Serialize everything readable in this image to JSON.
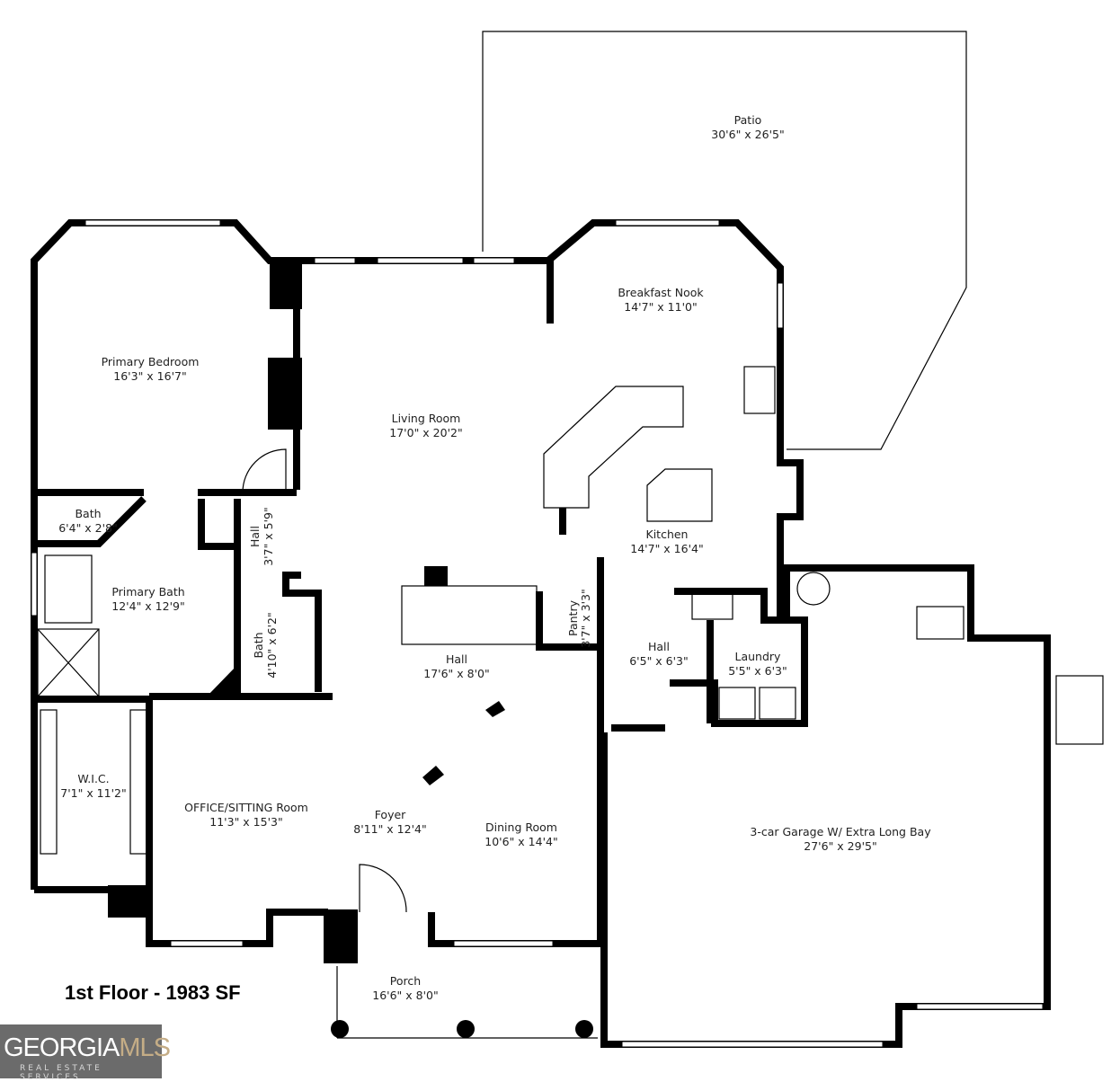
{
  "title": "1st Floor - 1983 SF",
  "logo": {
    "brand_a": "GEORGIA",
    "brand_b": "MLS",
    "tagline": "REAL ESTATE SERVICES"
  },
  "rooms": [
    {
      "name": "Patio",
      "dims": "30'6\" x 26'5\""
    },
    {
      "name": "Primary Bedroom",
      "dims": "16'3\" x 16'7\""
    },
    {
      "name": "Living Room",
      "dims": "17'0\" x 20'2\""
    },
    {
      "name": "Breakfast Nook",
      "dims": "14'7\" x 11'0\""
    },
    {
      "name": "Kitchen",
      "dims": "14'7\" x 16'4\""
    },
    {
      "name": "Bath",
      "dims": "6'4\" x 2'8\""
    },
    {
      "name": "Hall",
      "dims": "3'7\" x 5'9\""
    },
    {
      "name": "Primary Bath",
      "dims": "12'4\" x 12'9\""
    },
    {
      "name": "Bath",
      "dims": "4'10\" x 6'2\""
    },
    {
      "name": "Hall",
      "dims": "17'6\" x 8'0\""
    },
    {
      "name": "Pantry",
      "dims": "3'7\" x 3'3\""
    },
    {
      "name": "Hall",
      "dims": "6'5\" x 6'3\""
    },
    {
      "name": "Laundry",
      "dims": "5'5\" x 6'3\""
    },
    {
      "name": "W.I.C.",
      "dims": "7'1\" x 11'2\""
    },
    {
      "name": "OFFICE/SITTING Room",
      "dims": "11'3\" x 15'3\""
    },
    {
      "name": "Foyer",
      "dims": "8'11\" x 12'4\""
    },
    {
      "name": "Dining Room",
      "dims": "10'6\" x 14'4\""
    },
    {
      "name": "3-car Garage W/ Extra Long Bay",
      "dims": "27'6\" x 29'5\""
    },
    {
      "name": "Porch",
      "dims": "16'6\" x 8'0\""
    }
  ]
}
